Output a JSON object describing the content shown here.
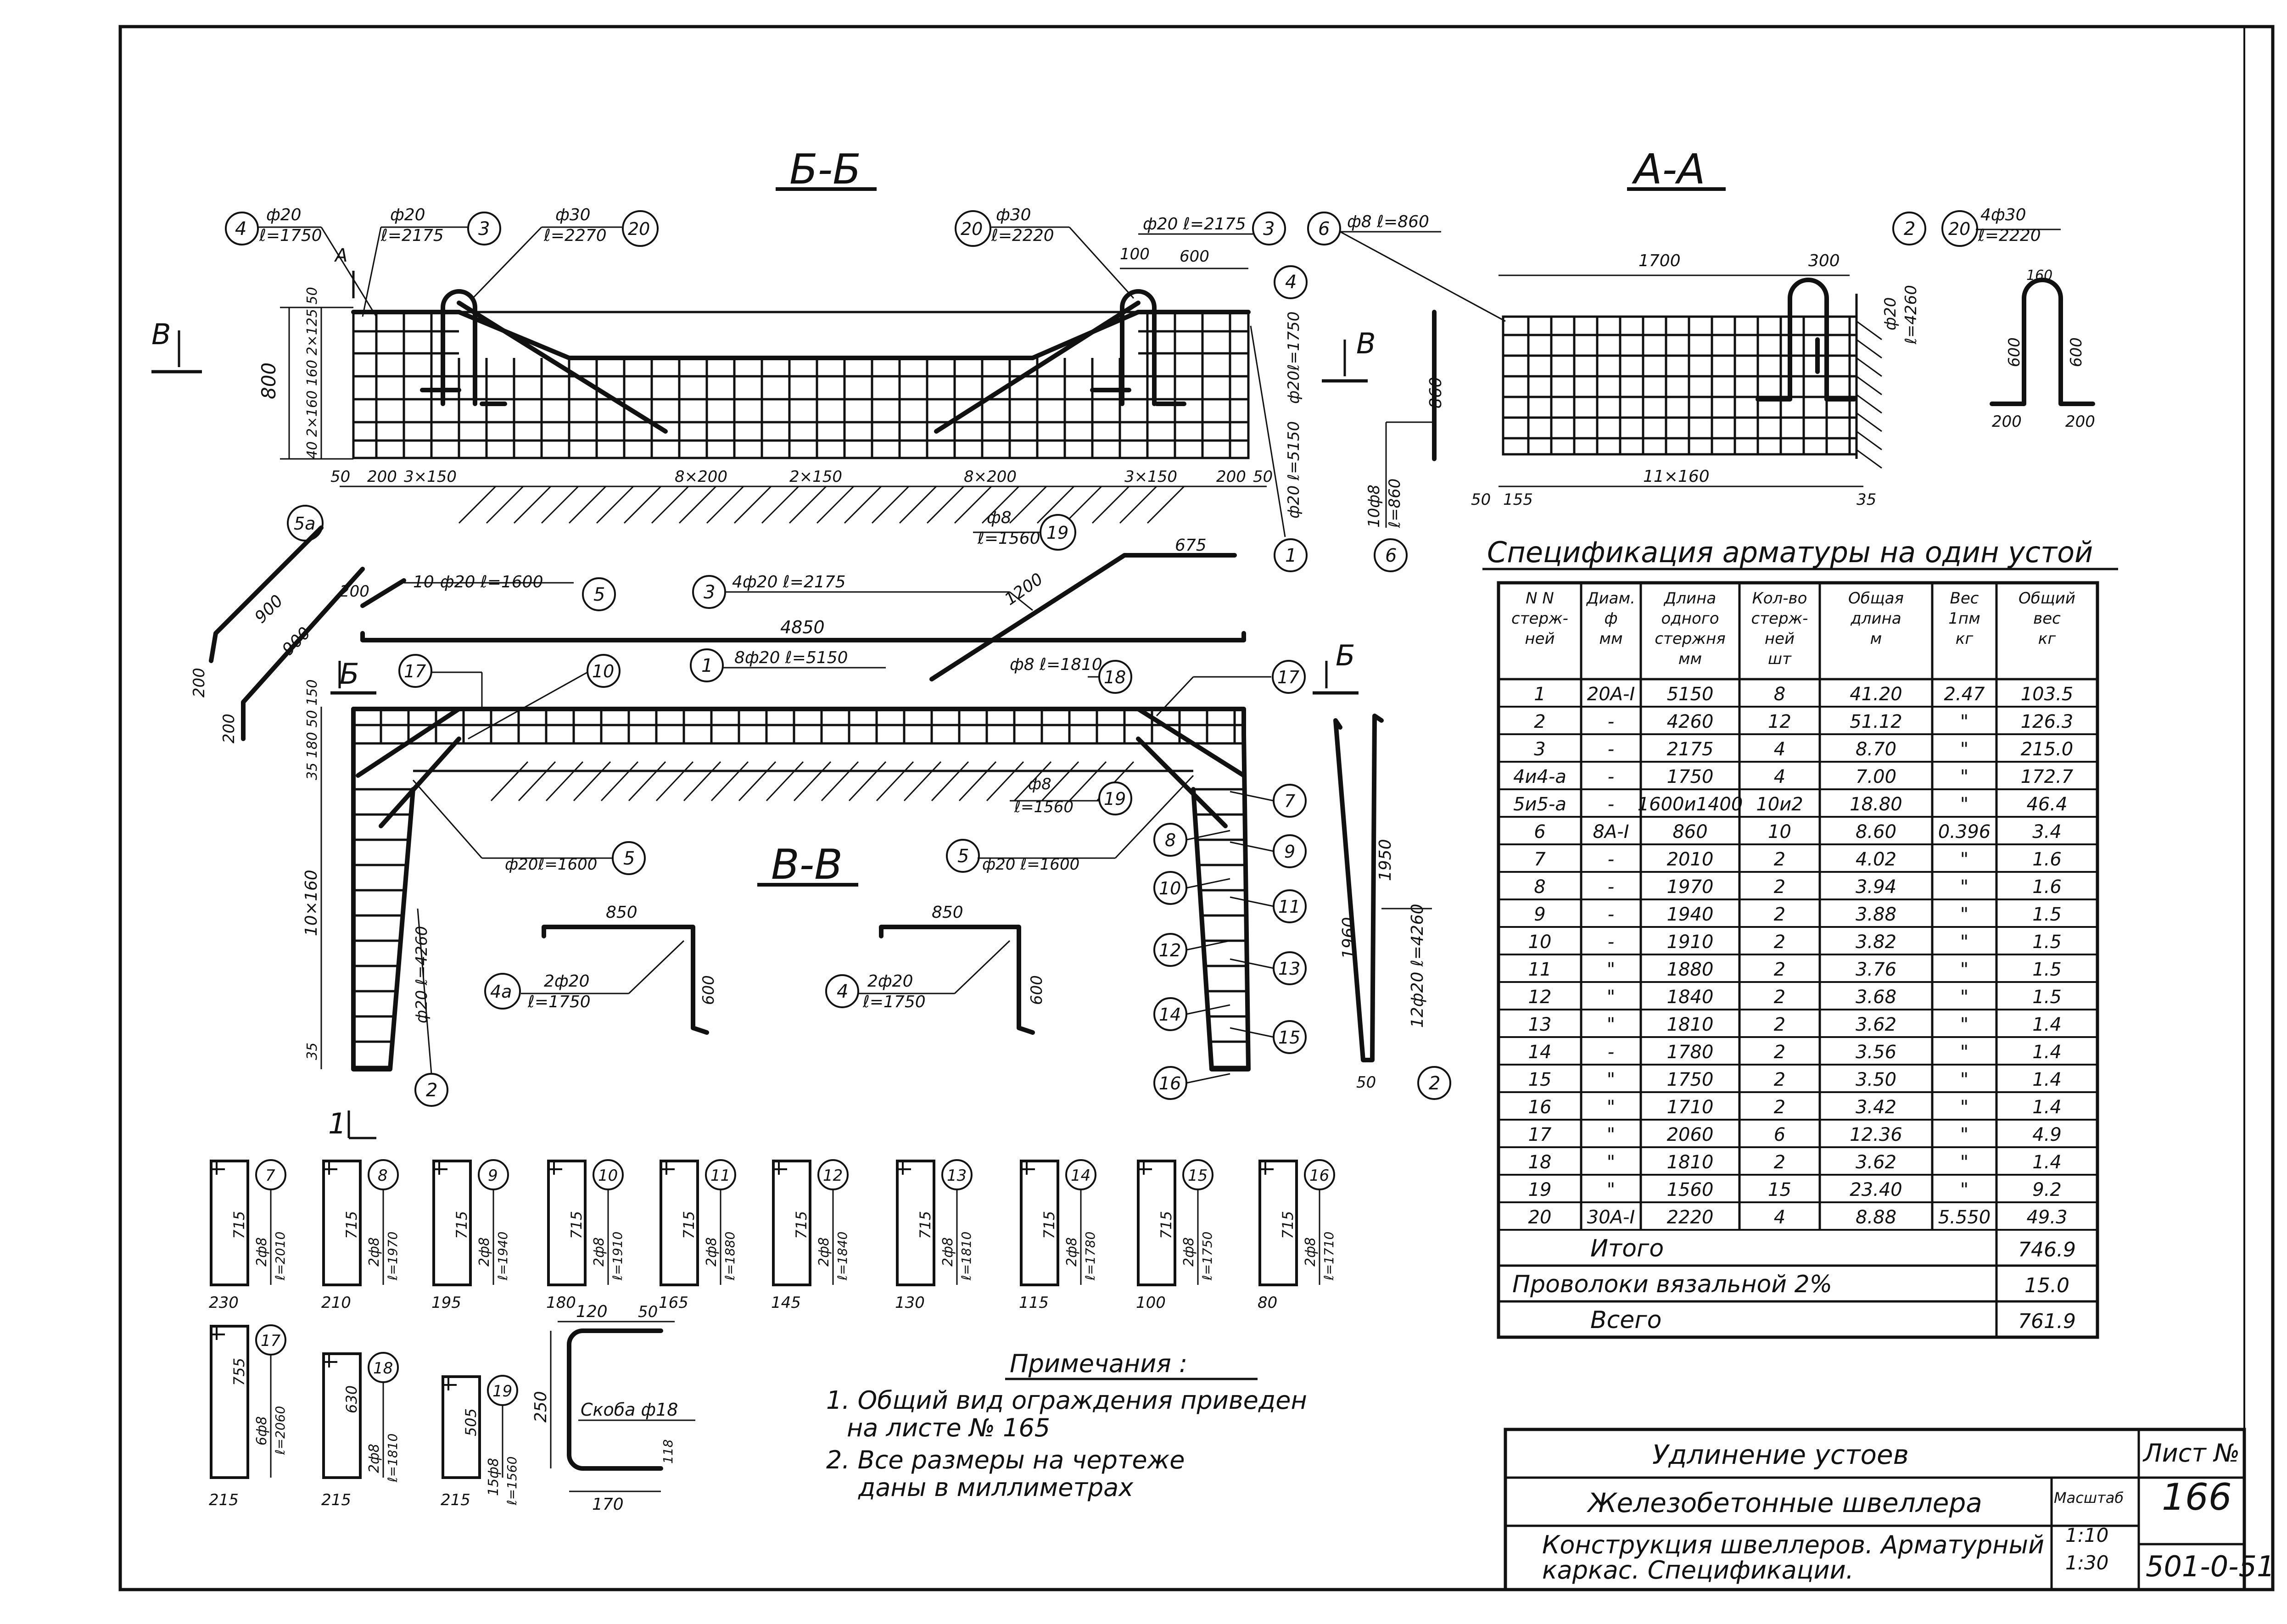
{
  "sections": {
    "bb": "Б-Б",
    "aa": "А-А",
    "vv": "В-В"
  },
  "section_marks": {
    "a": "А",
    "b": "Б",
    "v": "В",
    "one": "1"
  },
  "bb_callouts": {
    "c4_left": {
      "num": "4",
      "t1": "ф20",
      "t2": "ℓ=1750"
    },
    "c3_left": {
      "num": "3",
      "t1": "ф20",
      "t2": "ℓ=2175"
    },
    "c20_left": {
      "num": "20",
      "t1": "ф30",
      "t2": "ℓ=2270"
    },
    "c20_right": {
      "num": "20",
      "t1": "ф30",
      "t2": "ℓ=2220"
    },
    "c3_right": {
      "num": "3",
      "t1": "ф20 ℓ=2175"
    },
    "c4_right": {
      "num": "4",
      "t1": "ф20ℓ=1750"
    },
    "c1_right": {
      "num": "1",
      "t1": "ф20 ℓ=5150"
    },
    "c19": {
      "num": "19",
      "t1": "ф8",
      "t2": "ℓ=1560"
    },
    "c6_left": {
      "num": "6",
      "t1": "10ф8",
      "t2": "ℓ=860"
    }
  },
  "bb_dims": {
    "h800": "800",
    "left_stack": "40 2×160 160 2×125 50",
    "d100": "100",
    "d600": "600",
    "bottom": [
      "50",
      "200",
      "3×150",
      "8×200",
      "2×150",
      "8×200",
      "3×150",
      "200",
      "50"
    ]
  },
  "aa": {
    "c6": {
      "num": "6",
      "t1": "ф8 ℓ=860"
    },
    "c2": {
      "num": "2",
      "t1": "ф20",
      "t2": "ℓ=4260"
    },
    "c20": {
      "num": "20",
      "t1": "4ф30",
      "t2": "ℓ=2220"
    },
    "d1700": "1700",
    "d300": "300",
    "d860": "860",
    "bottom": [
      "50",
      "155",
      "11×160",
      "35"
    ],
    "hook": {
      "top": "160",
      "left": "600",
      "right": "600",
      "b1": "200",
      "b2": "200"
    }
  },
  "bars": {
    "b5a": {
      "num": "5а",
      "d1": "900",
      "d2": "900",
      "d3": "200",
      "d4": "200"
    },
    "b5": {
      "d1": "200",
      "text": "10-ф20 ℓ=1600",
      "num": "5"
    },
    "b3": {
      "num": "3",
      "text": "4ф20 ℓ=2175",
      "d1": "675",
      "d2": "1200"
    },
    "b1": {
      "num": "1",
      "text": "8ф20 ℓ=5150",
      "d1": "4850"
    },
    "b18": {
      "text": "ф8 ℓ=1810",
      "num": "18"
    }
  },
  "vv": {
    "labels": {
      "c17a": "17",
      "c10": "10",
      "c17b": "17",
      "c19": "19",
      "t19": "ф8",
      "t19b": "ℓ=1560",
      "c5a": "5",
      "t5a": "ф20ℓ=1600",
      "c5b": "5",
      "t5b": "ф20 ℓ=1600",
      "c2": "2",
      "t2": "ф20 ℓ=4260",
      "left_dim": "10×160",
      "d35": "35",
      "d50": "50",
      "stack": "35 180 50 150"
    },
    "side": [
      "7",
      "8",
      "9",
      "10",
      "11",
      "12",
      "13",
      "14",
      "15",
      "16"
    ],
    "b4a": {
      "num": "4а",
      "d1": "850",
      "d2": "600",
      "t1": "2ф20",
      "t2": "ℓ=1750"
    },
    "b4": {
      "num": "4",
      "d1": "850",
      "d2": "600",
      "t1": "2ф20",
      "t2": "ℓ=1750"
    },
    "b2": {
      "d1": "1960",
      "d2": "1950",
      "d3": "50",
      "num": "2",
      "text": "12ф20 ℓ=4260"
    }
  },
  "stirrups_row1": [
    {
      "num": "7",
      "h": "715",
      "t": "2ф8",
      "l": "ℓ=2010",
      "w": "230"
    },
    {
      "num": "8",
      "h": "715",
      "t": "2ф8",
      "l": "ℓ=1970",
      "w": "210"
    },
    {
      "num": "9",
      "h": "715",
      "t": "2ф8",
      "l": "ℓ=1940",
      "w": "195"
    },
    {
      "num": "10",
      "h": "715",
      "t": "2ф8",
      "l": "ℓ=1910",
      "w": "180"
    },
    {
      "num": "11",
      "h": "715",
      "t": "2ф8",
      "l": "ℓ=1880",
      "w": "165"
    },
    {
      "num": "12",
      "h": "715",
      "t": "2ф8",
      "l": "ℓ=1840",
      "w": "145"
    },
    {
      "num": "13",
      "h": "715",
      "t": "2ф8",
      "l": "ℓ=1810",
      "w": "130"
    },
    {
      "num": "14",
      "h": "715",
      "t": "2ф8",
      "l": "ℓ=1780",
      "w": "115"
    },
    {
      "num": "15",
      "h": "715",
      "t": "2ф8",
      "l": "ℓ=1750",
      "w": "100"
    },
    {
      "num": "16",
      "h": "715",
      "t": "2ф8",
      "l": "ℓ=1710",
      "w": "80"
    }
  ],
  "stirrups_row2": [
    {
      "num": "17",
      "h": "755",
      "t": "6ф8",
      "l": "ℓ=2060",
      "w": "215"
    },
    {
      "num": "18",
      "h": "630",
      "t": "2ф8",
      "l": "ℓ=1810",
      "w": "215"
    },
    {
      "num": "19",
      "h": "505",
      "t": "15ф8",
      "l": "ℓ=1560",
      "w": "215"
    }
  ],
  "skoba": {
    "label": "Скоба ф18",
    "d120": "120",
    "d50": "50",
    "d250": "250",
    "d170": "170",
    "d118": "118"
  },
  "notes": {
    "title": "Примечания :",
    "n1a": "1. Общий вид ограждения приведен",
    "n1b": "на листе № 165",
    "n2a": "2. Все размеры на чертеже",
    "n2b": "даны в миллиметрах"
  },
  "spec": {
    "title": "Спецификация арматуры на один устой",
    "headers": [
      [
        "N N",
        "стерж-",
        "ней"
      ],
      [
        "Диам.",
        "ф",
        "мм"
      ],
      [
        "Длина",
        "одного",
        "стержня",
        "мм"
      ],
      [
        "Кол-во",
        "стерж-",
        "ней",
        "шт"
      ],
      [
        "Общая",
        "длина",
        "м"
      ],
      [
        "Вес",
        "1пм",
        "кг"
      ],
      [
        "Общий",
        "вес",
        "кг"
      ]
    ],
    "rows": [
      [
        "1",
        "20А-I",
        "5150",
        "8",
        "41.20",
        "2.47",
        "103.5"
      ],
      [
        "2",
        "-",
        "4260",
        "12",
        "51.12",
        "\"",
        "126.3"
      ],
      [
        "3",
        "-",
        "2175",
        "4",
        "8.70",
        "\"",
        "215.0"
      ],
      [
        "4и4-а",
        "-",
        "1750",
        "4",
        "7.00",
        "\"",
        "172.7"
      ],
      [
        "5и5-а",
        "-",
        "1600и1400",
        "10и2",
        "18.80",
        "\"",
        "46.4"
      ],
      [
        "6",
        "8А-I",
        "860",
        "10",
        "8.60",
        "0.396",
        "3.4"
      ],
      [
        "7",
        "-",
        "2010",
        "2",
        "4.02",
        "\"",
        "1.6"
      ],
      [
        "8",
        "-",
        "1970",
        "2",
        "3.94",
        "\"",
        "1.6"
      ],
      [
        "9",
        "-",
        "1940",
        "2",
        "3.88",
        "\"",
        "1.5"
      ],
      [
        "10",
        "-",
        "1910",
        "2",
        "3.82",
        "\"",
        "1.5"
      ],
      [
        "11",
        "\"",
        "1880",
        "2",
        "3.76",
        "\"",
        "1.5"
      ],
      [
        "12",
        "\"",
        "1840",
        "2",
        "3.68",
        "\"",
        "1.5"
      ],
      [
        "13",
        "\"",
        "1810",
        "2",
        "3.62",
        "\"",
        "1.4"
      ],
      [
        "14",
        "-",
        "1780",
        "2",
        "3.56",
        "\"",
        "1.4"
      ],
      [
        "15",
        "\"",
        "1750",
        "2",
        "3.50",
        "\"",
        "1.4"
      ],
      [
        "16",
        "\"",
        "1710",
        "2",
        "3.42",
        "\"",
        "1.4"
      ],
      [
        "17",
        "\"",
        "2060",
        "6",
        "12.36",
        "\"",
        "4.9"
      ],
      [
        "18",
        "\"",
        "1810",
        "2",
        "3.62",
        "\"",
        "1.4"
      ],
      [
        "19",
        "\"",
        "1560",
        "15",
        "23.40",
        "\"",
        "9.2"
      ],
      [
        "20",
        "30А-I",
        "2220",
        "4",
        "8.88",
        "5.550",
        "49.3"
      ]
    ],
    "total_label": "Итого",
    "total": "746.9",
    "wire_label": "Проволоки вязальной 2%",
    "wire": "15.0",
    "all_label": "Всего",
    "all": "761.9"
  },
  "title_block": {
    "project": "Удлинение устоев",
    "part": "Железобетонные швеллера",
    "desc1": "Конструкция швеллеров. Арматурный",
    "desc2": "каркас.   Спецификации.",
    "sheet_label": "Лист №",
    "sheet_no": "166",
    "scale_label": "Масштаб",
    "scale1": "1:10",
    "scale2": "1:30",
    "code": "501-0-51"
  }
}
